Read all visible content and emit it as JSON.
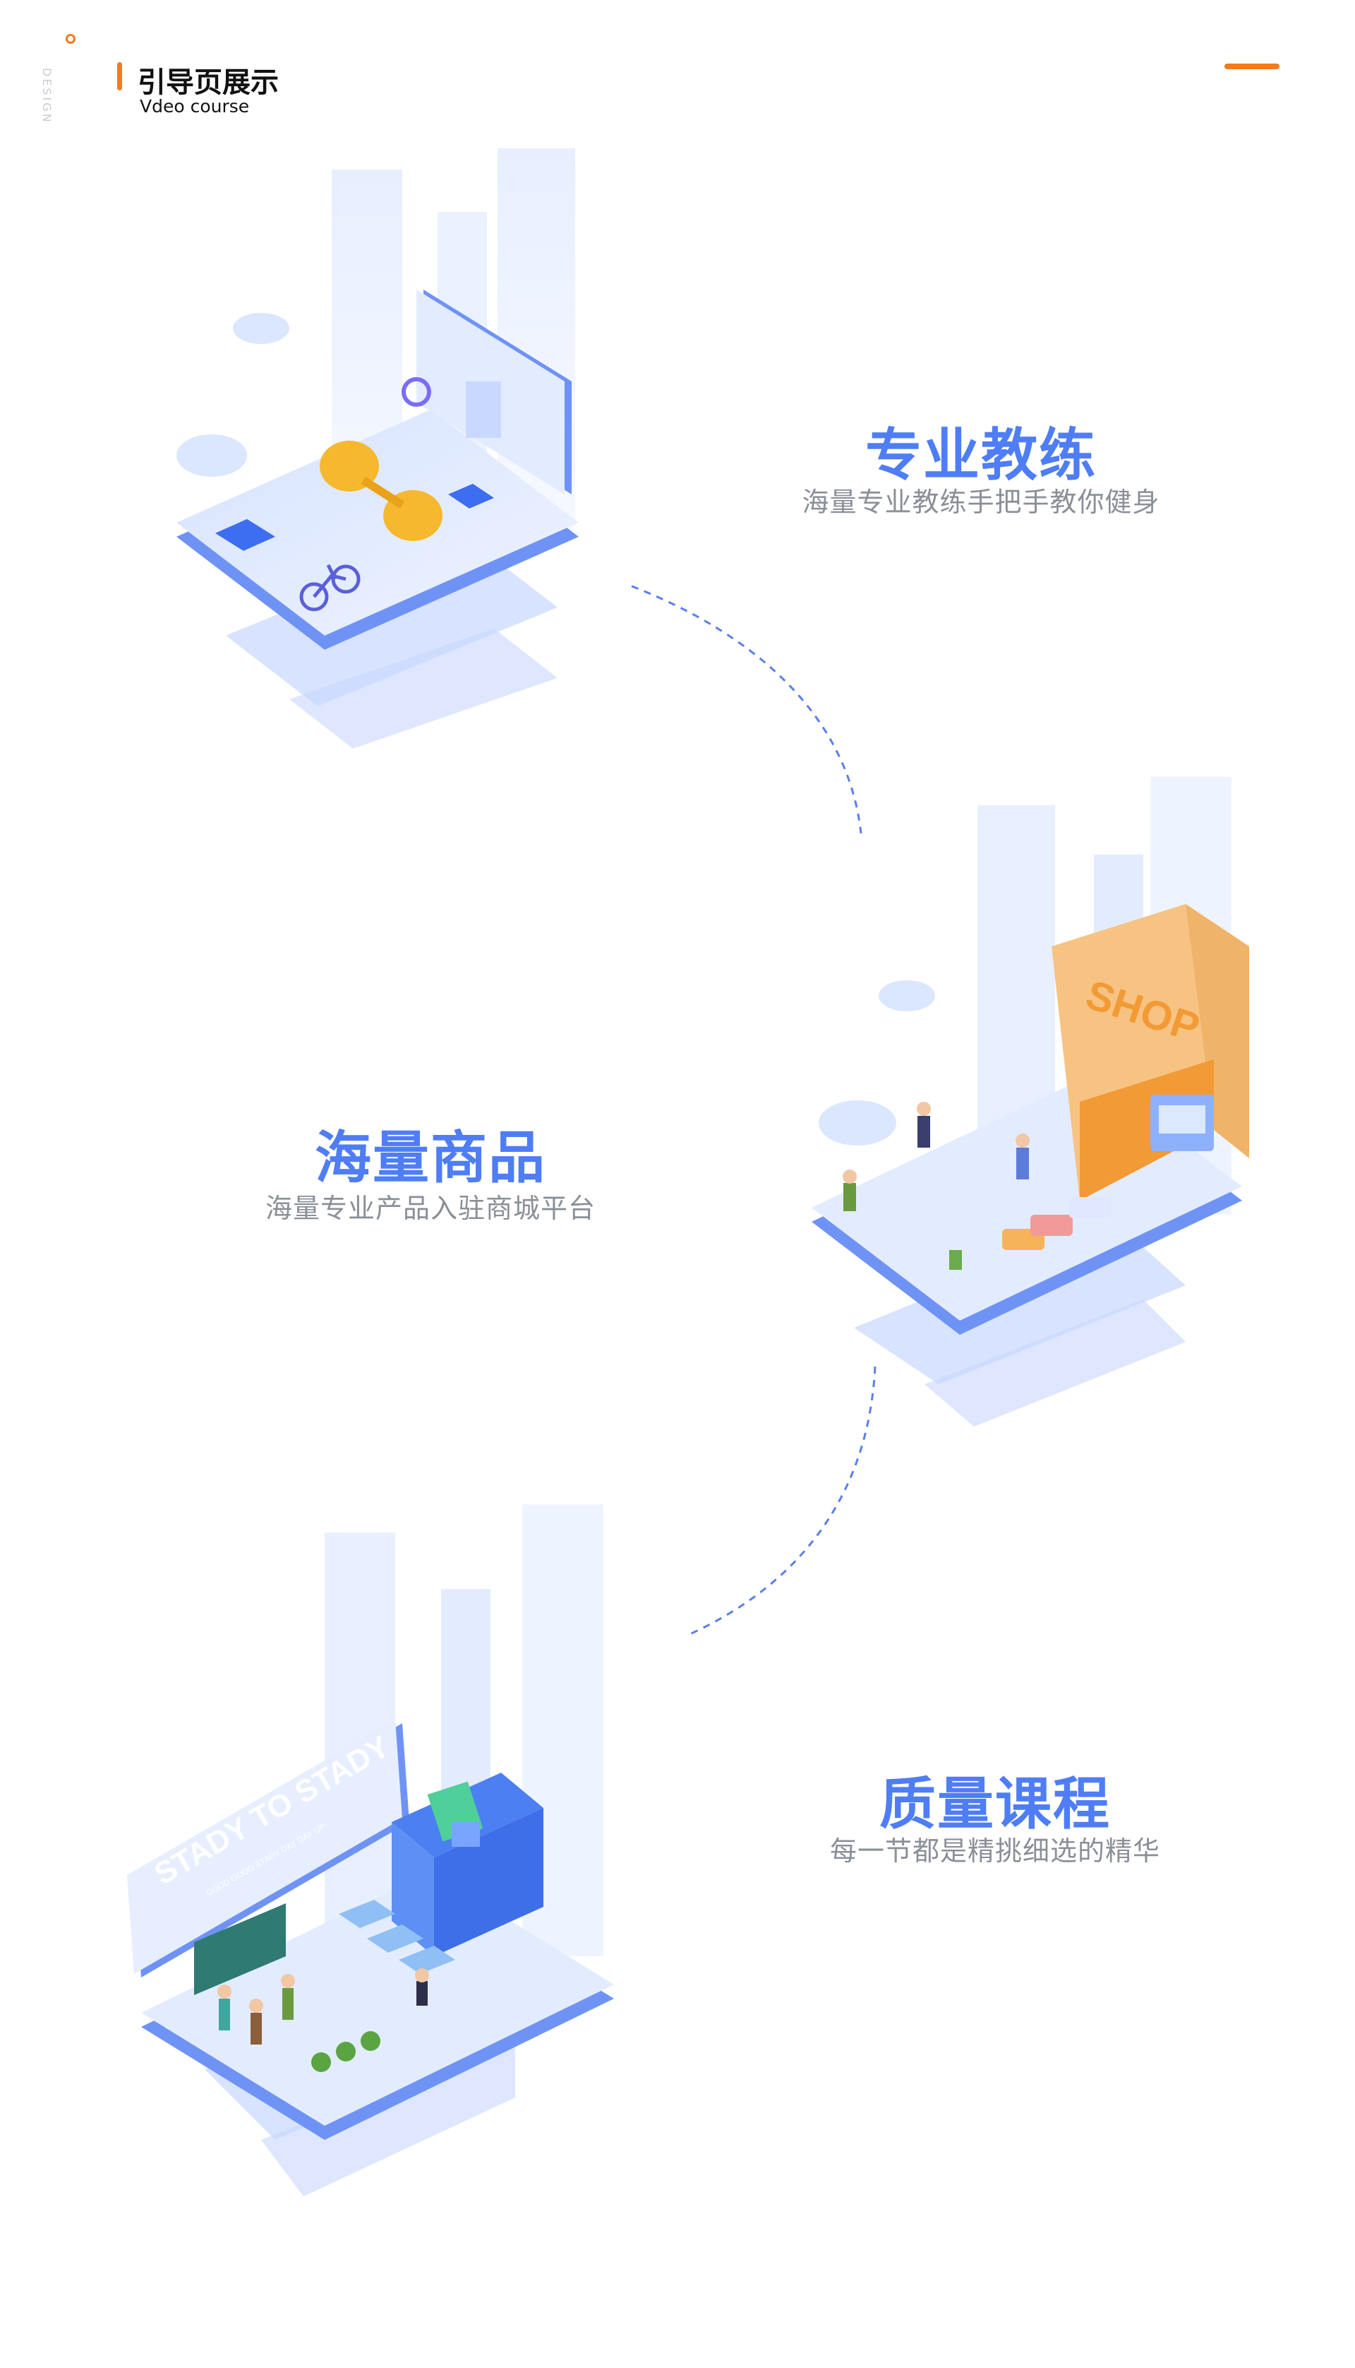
{
  "header": {
    "vertical_tag": "DESIGN",
    "title": "引导页展示",
    "subtitle": "Vdeo course"
  },
  "sections": [
    {
      "title": "专业教练",
      "desc": "海量专业教练手把手教你健身"
    },
    {
      "title": "海量商品",
      "desc": "海量专业产品入驻商城平台"
    },
    {
      "title": "质量课程",
      "desc": "每一节都是精挑细选的精华"
    }
  ],
  "illustrations": {
    "shop_bag_text": "SHOP",
    "board_title": "STADY TO STADY",
    "board_subtitle": "GOOD GOOD STADY DAY DAY UP"
  },
  "colors": {
    "accent_orange": "#f47a1f",
    "title_blue": "#4f7df5",
    "desc_gray": "#8a8f98",
    "platform_blue": "#7b9cf7"
  }
}
